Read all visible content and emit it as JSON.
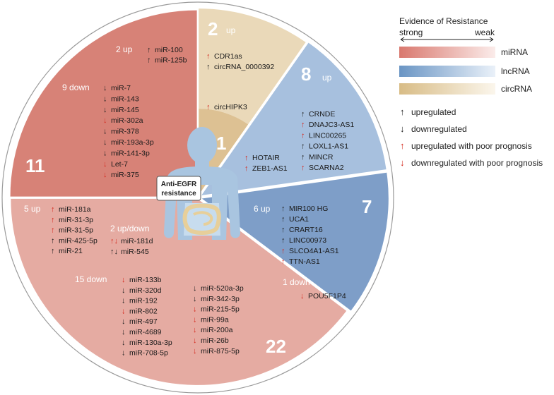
{
  "legend": {
    "title": "Evidence of Resistance",
    "strong": "strong",
    "weak": "weak",
    "categories": [
      {
        "label": "miRNA",
        "color": "#d9786e"
      },
      {
        "label": "lncRNA",
        "color": "#6a95c4"
      },
      {
        "label": "circRNA",
        "color": "#d8bc86"
      }
    ],
    "symbols": [
      {
        "arrow": "↑",
        "color": "#222222",
        "label": "upregulated"
      },
      {
        "arrow": "↓",
        "color": "#222222",
        "label": "downregulated"
      },
      {
        "arrow": "↑",
        "color": "#d42a1f",
        "label": "upregulated with poor prognosis"
      },
      {
        "arrow": "↓",
        "color": "#d42a1f",
        "label": "downregulated with poor prognosis"
      }
    ]
  },
  "center_label": {
    "line1": "Anti-EGFR",
    "line2": "resistance"
  },
  "colors": {
    "mirna_strong": "#d78277",
    "mirna_weak": "#e5aba2",
    "lnc_strong": "#7e9ec8",
    "lnc_weak": "#a7c0de",
    "circ_strong": "#ddc193",
    "circ_weak": "#ead9b9",
    "black_arrow": "#222222",
    "red_arrow": "#d42a1f"
  },
  "sectors": {
    "circ": {
      "total_weak": "2",
      "total_weak_suffix": "up",
      "total_strong": "1",
      "weak_items": [
        {
          "arrow": "↑",
          "red": true,
          "name": "CDR1as"
        },
        {
          "arrow": "↑",
          "red": false,
          "name": "circRNA_0000392"
        }
      ],
      "strong_items": [
        {
          "arrow": "↑",
          "red": true,
          "name": "circHIPK3"
        }
      ]
    },
    "lnc_weak": {
      "total": "8",
      "total_suffix": "up",
      "items_right": [
        {
          "arrow": "↑",
          "red": false,
          "name": "CRNDE"
        },
        {
          "arrow": "↑",
          "red": true,
          "name": "DNAJC3-AS1"
        },
        {
          "arrow": "↑",
          "red": true,
          "name": "LINC00265"
        },
        {
          "arrow": "↑",
          "red": false,
          "name": "LOXL1-AS1"
        },
        {
          "arrow": "↑",
          "red": false,
          "name": "MINCR"
        },
        {
          "arrow": "↑",
          "red": true,
          "name": "SCARNA2"
        }
      ],
      "items_left": [
        {
          "arrow": "↑",
          "red": true,
          "name": "HOTAIR"
        },
        {
          "arrow": "↑",
          "red": true,
          "name": "ZEB1-AS1"
        }
      ]
    },
    "lnc_strong": {
      "total": "7",
      "up_label": "6 up",
      "up_items": [
        {
          "arrow": "↑",
          "red": false,
          "name": "MIR100 HG"
        },
        {
          "arrow": "↑",
          "red": false,
          "name": "UCA1"
        },
        {
          "arrow": "↑",
          "red": false,
          "name": "CRART16"
        },
        {
          "arrow": "↑",
          "red": false,
          "name": "LINC00973"
        },
        {
          "arrow": "↑",
          "red": true,
          "name": "SLCO4A1-AS1"
        },
        {
          "arrow": "↑",
          "red": true,
          "name": "TTN-AS1"
        }
      ],
      "down_label": "1 down",
      "down_items": [
        {
          "arrow": "↓",
          "red": true,
          "name": "POU5F1P4"
        }
      ]
    },
    "mirna_strong": {
      "total": "11",
      "up_label": "2 up",
      "up_items": [
        {
          "arrow": "↑",
          "red": false,
          "name": "miR-100"
        },
        {
          "arrow": "↑",
          "red": false,
          "name": "miR-125b"
        }
      ],
      "down_label": "9 down",
      "down_items": [
        {
          "arrow": "↓",
          "red": false,
          "name": "miR-7"
        },
        {
          "arrow": "↓",
          "red": false,
          "name": "miR-143"
        },
        {
          "arrow": "↓",
          "red": false,
          "name": "miR-145"
        },
        {
          "arrow": "↓",
          "red": true,
          "name": "miR-302a"
        },
        {
          "arrow": "↓",
          "red": false,
          "name": "miR-378"
        },
        {
          "arrow": "↓",
          "red": false,
          "name": "miR-193a-3p"
        },
        {
          "arrow": "↓",
          "red": false,
          "name": "miR-141-3p"
        },
        {
          "arrow": "↓",
          "red": true,
          "name": "Let-7"
        },
        {
          "arrow": "↓",
          "red": true,
          "name": "miR-375"
        }
      ]
    },
    "mirna_weak": {
      "total": "22",
      "up_label": "5 up",
      "up_items": [
        {
          "arrow": "↑",
          "red": true,
          "name": "miR-181a"
        },
        {
          "arrow": "↑",
          "red": true,
          "name": "miR-31-3p"
        },
        {
          "arrow": "↑",
          "red": true,
          "name": "miR-31-5p"
        },
        {
          "arrow": "↑",
          "red": false,
          "name": "miR-425-5p"
        },
        {
          "arrow": "↑",
          "red": false,
          "name": "miR-21"
        }
      ],
      "updown_label": "2 up/down",
      "updown_items": [
        {
          "arrow": "↑↓",
          "red": true,
          "name": "miR-181d"
        },
        {
          "arrow": "↑↓",
          "red": false,
          "name": "miR-545"
        }
      ],
      "down_label": "15 down",
      "down_col1": [
        {
          "arrow": "↓",
          "red": true,
          "name": "miR-133b"
        },
        {
          "arrow": "↓",
          "red": false,
          "name": "miR-320d"
        },
        {
          "arrow": "↓",
          "red": false,
          "name": "miR-192"
        },
        {
          "arrow": "↓",
          "red": true,
          "name": "miR-802"
        },
        {
          "arrow": "↓",
          "red": false,
          "name": "miR-497"
        },
        {
          "arrow": "↓",
          "red": false,
          "name": "miR-4689"
        },
        {
          "arrow": "↓",
          "red": false,
          "name": "miR-130a-3p"
        },
        {
          "arrow": "↓",
          "red": false,
          "name": "miR-708-5p"
        }
      ],
      "down_col2": [
        {
          "arrow": "↓",
          "red": false,
          "name": "miR-520a-3p"
        },
        {
          "arrow": "↓",
          "red": false,
          "name": "miR-342-3p"
        },
        {
          "arrow": "↓",
          "red": true,
          "name": "miR-215-5p"
        },
        {
          "arrow": "↓",
          "red": true,
          "name": "miR-99a"
        },
        {
          "arrow": "↓",
          "red": true,
          "name": "miR-200a"
        },
        {
          "arrow": "↓",
          "red": true,
          "name": "miR-26b"
        },
        {
          "arrow": "↓",
          "red": true,
          "name": "miR-875-5p"
        }
      ]
    }
  }
}
